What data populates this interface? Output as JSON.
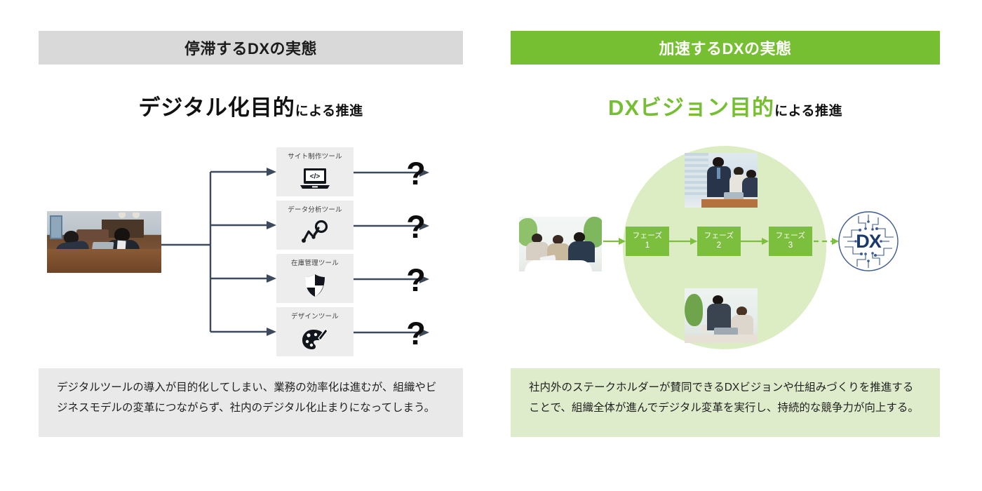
{
  "panels": {
    "left": {
      "header": "停滞するDXの実態",
      "title_strong": "デジタル化目的",
      "title_tail": "による推進",
      "description": "デジタルツールの導入が目的化してしまい、業務の効率化は進むが、組織やビジネスモデルの変革につながらず、社内のデジタル化止まりになってしまう。",
      "photo_alt": "悩むビジネスパーソン2名の写真",
      "tools": [
        {
          "label": "サイト制作ツール",
          "icon": "laptop-code-icon",
          "result": "?"
        },
        {
          "label": "データ分析ツール",
          "icon": "chart-magnifier-icon",
          "result": "?"
        },
        {
          "label": "在庫管理ツール",
          "icon": "shield-icon",
          "result": "?"
        },
        {
          "label": "デザインツール",
          "icon": "palette-brush-icon",
          "result": "?"
        }
      ],
      "colors": {
        "header_bg": "#d9d9d9",
        "desc_bg": "#e9e9e9",
        "tool_bg": "#ededed",
        "connector": "#3c4a5c",
        "title": "#111111"
      }
    },
    "right": {
      "header": "加速するDXの実態",
      "title_strong": "DXビジョン目的",
      "title_tail": "による推進",
      "description": "社内外のステークホルダーが賛同できるDXビジョンや仕組みづくりを推進することで、組織全体が進んでデジタル変革を実行し、持続的な競争力が向上する。",
      "photo_alt_start": "打ち合わせをするチームの写真",
      "photo_alt_top": "オフィスで議論するチームの写真",
      "photo_alt_bottom": "デスクで協働するチームの写真",
      "phases": [
        {
          "label": "フェーズ",
          "number": "1"
        },
        {
          "label": "フェーズ",
          "number": "2"
        },
        {
          "label": "フェーズ",
          "number": "3"
        }
      ],
      "goal": {
        "label": "DX",
        "icon": "circuit-circle-icon"
      },
      "colors": {
        "header_bg": "#76bf33",
        "header_text": "#ffffff",
        "desc_bg": "#dfeccc",
        "ellipse_bg": "#dcedc3",
        "phase_bg": "#7cbf3f",
        "arrow": "#7cbf3f",
        "title": "#76bf33",
        "dx_text": "#1b3a6b"
      }
    }
  }
}
